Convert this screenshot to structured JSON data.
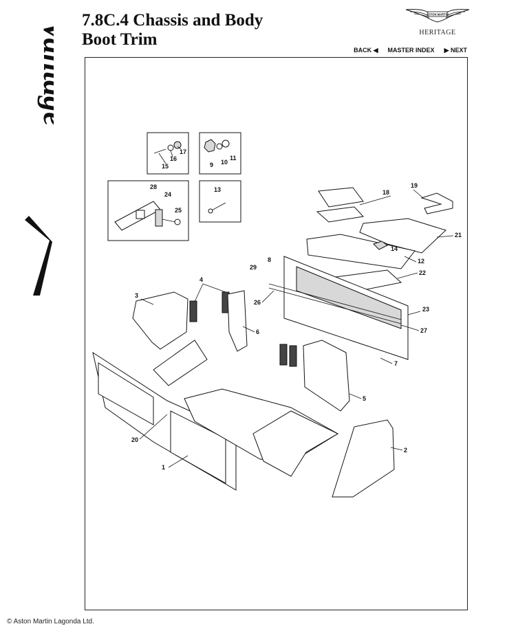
{
  "header": {
    "title_line1": "7.8C.4 Chassis and Body",
    "title_line2": "Boot Trim"
  },
  "brand": {
    "logo_text": "ASTON MARTIN",
    "heritage": "HERITAGE",
    "side_logo": "Vantage"
  },
  "nav": {
    "back": "BACK ◀",
    "master_index": "MASTER INDEX",
    "next": "▶ NEXT"
  },
  "callouts": [
    "1",
    "2",
    "3",
    "4",
    "5",
    "6",
    "7",
    "8",
    "9",
    "10",
    "11",
    "12",
    "13",
    "14",
    "15",
    "16",
    "17",
    "18",
    "19",
    "20",
    "21",
    "22",
    "23",
    "24",
    "25",
    "26",
    "27",
    "28",
    "29"
  ],
  "footer": {
    "copyright": "© Aston Martin Lagonda Ltd."
  }
}
